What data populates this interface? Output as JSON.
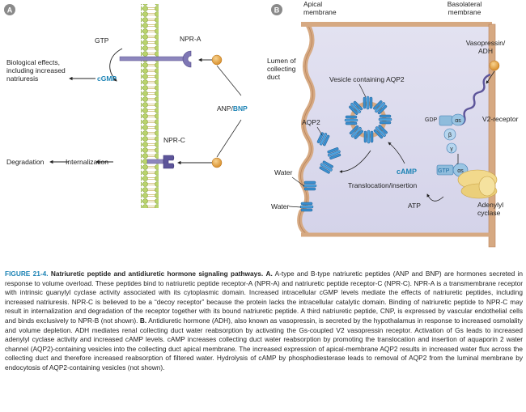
{
  "panel_a": {
    "badge": "A",
    "gtp": "GTP",
    "npr_a": "NPR-A",
    "bio_line1": "Biological effects,",
    "bio_line2": "including increased",
    "bio_line3": "natriuresis",
    "cgmp": "cGMP",
    "anp": "ANP/",
    "bnp": "BNP",
    "npr_c": "NPR-C",
    "degradation": "Degradation",
    "internalization": "Internalization"
  },
  "panel_b": {
    "badge": "B",
    "apical_line1": "Apical",
    "apical_line2": "membrane",
    "basolateral_line1": "Basolateral",
    "basolateral_line2": "membrane",
    "lumen_line1": "Lumen of",
    "lumen_line2": "collecting",
    "lumen_line3": "duct",
    "vesicle": "Vesicle containing AQP2",
    "vasopressin_line1": "Vasopressin/",
    "vasopressin_line2": "ADH",
    "aqp2": "AQP2",
    "gdp": "GDP",
    "alpha_s_top": "αs",
    "beta": "β",
    "gamma": "γ",
    "v2_receptor": "V2-receptor",
    "water_1": "Water",
    "water_2": "Water",
    "camp": "cAMP",
    "gtp": "GTP",
    "alpha_s_bottom": "αs",
    "translocation": "Translocation/insertion",
    "atp": "ATP",
    "adenylyl_line1": "Adenylyl",
    "adenylyl_line2": "cyclase"
  },
  "caption": {
    "label": "FIGURE 21-4.",
    "title": "Natriuretic peptide and antidiuretic hormone signaling pathways.",
    "panel_a_marker": "A.",
    "text_a": "A-type and B-type natriuretic peptides (ANP and BNP) are hormones secreted in response to volume overload. These peptides bind to natriuretic peptide receptor-A (NPR-A) and natriuretic peptide receptor-C (NPR-C). NPR-A is a transmembrane receptor with intrinsic guanylyl cyclase activity associated with its cytoplasmic domain. Increased intracellular cGMP levels mediate the effects of natriuretic peptides, including increased natriuresis. NPR-C is believed to be a “decoy receptor” because the protein lacks the intracellular catalytic domain. Binding of natriuretic peptide to NPR-C may result in internalization and degradation of the receptor together with its bound natriuretic peptide. A third natriuretic peptide, CNP, is expressed by vascular endothelial cells and binds exclusively to NPR-B (not shown).",
    "panel_b_marker": "B.",
    "text_b": "Antidiuretic hormone (ADH), also known as vasopressin, is secreted by the hypothalamus in response to increased osmolality and volume depletion. ADH mediates renal collecting duct water reabsorption by activating the Gs-coupled V2 vasopressin receptor. Activation of Gs leads to increased adenylyl cyclase activity and increased cAMP levels. cAMP increases collecting duct water reabsorption by promoting the translocation and insertion of aquaporin 2 water channel (AQP2)-containing vesicles into the collecting duct apical membrane. The increased expression of apical-membrane AQP2 results in increased water flux across the collecting duct and therefore increased reabsorption of filtered water. Hydrolysis of cAMP by phosphodiesterase leads to removal of AQP2 from the luminal membrane by endocytosis of AQP2-containing vesicles (not shown)."
  }
}
